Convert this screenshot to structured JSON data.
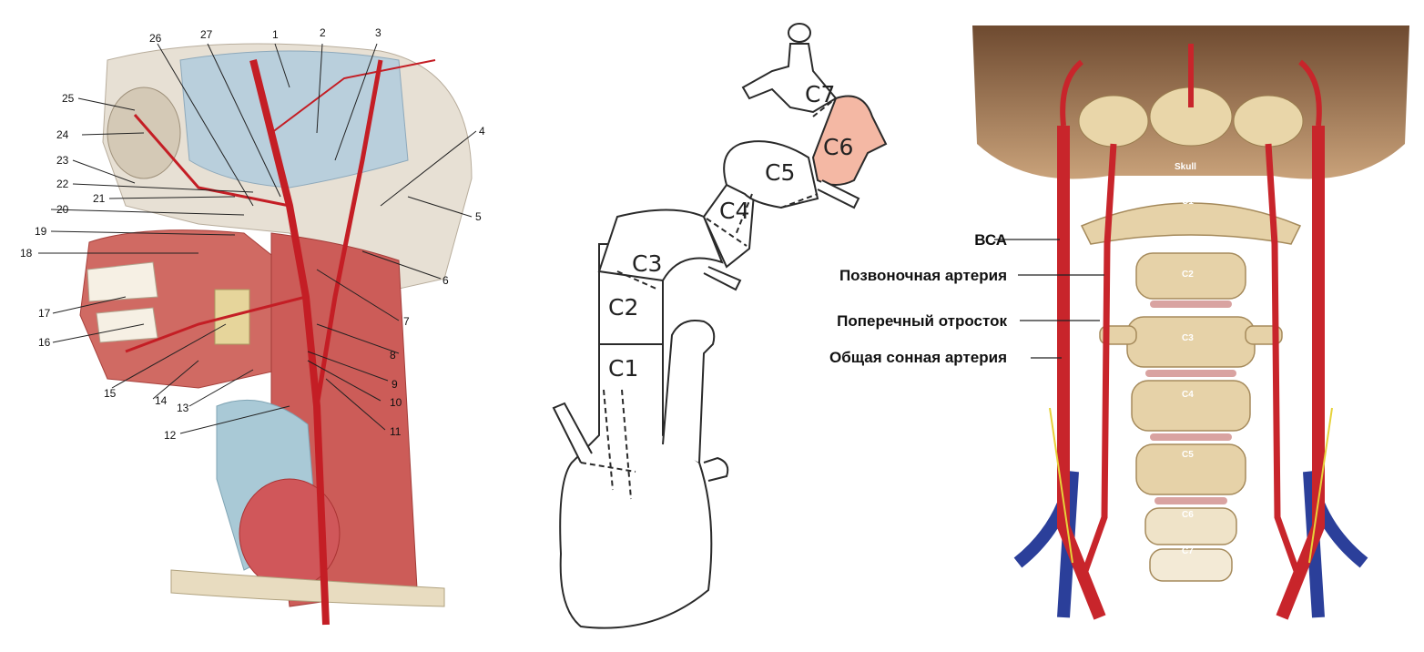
{
  "left_figure": {
    "labels_top": [
      "26",
      "27",
      "1",
      "2",
      "3"
    ],
    "labels_right": [
      "4",
      "5",
      "6",
      "7",
      "8",
      "9",
      "10",
      "11"
    ],
    "labels_bottom": [
      "12",
      "13",
      "14",
      "15"
    ],
    "labels_left": [
      "16",
      "17",
      "18",
      "19",
      "20",
      "21",
      "22",
      "23",
      "24",
      "25"
    ]
  },
  "middle_figure": {
    "segments": [
      "C1",
      "C2",
      "C3",
      "C4",
      "C5",
      "C6",
      "C7"
    ],
    "highlight_color": "#f4b8a4"
  },
  "right_figure": {
    "skull_label": "Skull",
    "vertebrae": [
      "C1",
      "C2",
      "C3",
      "C4",
      "C5",
      "C6",
      "C7"
    ],
    "annotations": [
      "ВСА",
      "Позвоночная артерия",
      "Поперечный отросток",
      "Общая сонная артерия"
    ],
    "colors": {
      "artery": "#c8252b",
      "vein": "#2b3f9a",
      "bone": "#e6d2a8"
    }
  }
}
